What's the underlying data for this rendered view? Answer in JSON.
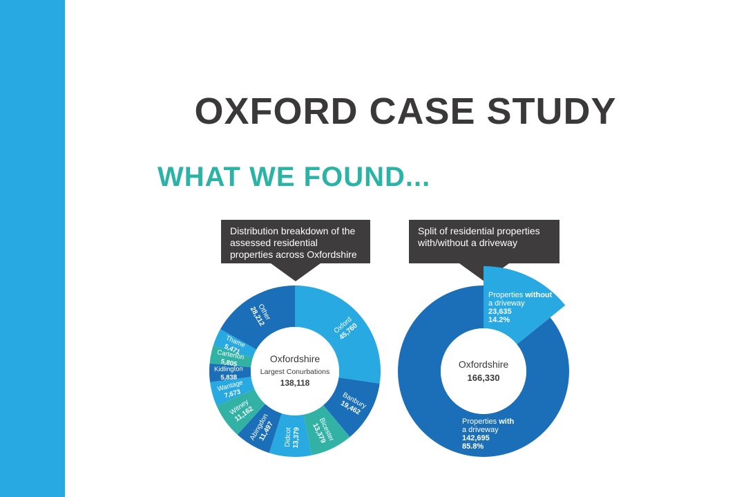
{
  "page": {
    "title": "OXFORD CASE STUDY",
    "subtitle": "WHAT WE FOUND..."
  },
  "colors": {
    "sidebar": "#29a9e1",
    "dark_blue": "#1b6fb8",
    "light_blue": "#29a9e1",
    "teal": "#32b2a5",
    "callout": "#3f3c3e",
    "title": "#3b3839",
    "subtitle": "#2bb3a6"
  },
  "chart_data": [
    {
      "type": "pie",
      "title": "Distribution breakdown of the assessed residential properties across Oxfordshire",
      "center_label": "Oxfordshire",
      "center_sublabel": "Largest Conurbations",
      "center_value": "138,118",
      "slices": [
        {
          "name": "Oxford",
          "value": 45760,
          "label": "45,760",
          "color": "#29a9e1"
        },
        {
          "name": "Banbury",
          "value": 19462,
          "label": "19,462",
          "color": "#1b6fb8"
        },
        {
          "name": "Bicester",
          "value": 13379,
          "label": "13,379",
          "color": "#32b2a5"
        },
        {
          "name": "Didcot",
          "value": 13379,
          "label": "13,379",
          "color": "#29a9e1"
        },
        {
          "name": "Abingdon",
          "value": 11497,
          "label": "11,497",
          "color": "#1b6fb8"
        },
        {
          "name": "Witney",
          "value": 11162,
          "label": "11,162",
          "color": "#32b2a5"
        },
        {
          "name": "Wantage",
          "value": 7673,
          "label": "7,673",
          "color": "#29a9e1"
        },
        {
          "name": "Kidlington",
          "value": 5838,
          "label": "5,838",
          "color": "#1b6fb8"
        },
        {
          "name": "Carterton",
          "value": 5805,
          "label": "5,805",
          "color": "#32b2a5"
        },
        {
          "name": "Thame",
          "value": 5471,
          "label": "5,471",
          "color": "#29a9e1"
        },
        {
          "name": "Other",
          "value": 28212,
          "label": "28,212",
          "color": "#1b6fb8"
        }
      ]
    },
    {
      "type": "pie",
      "title": "Split of residential properties with/without a driveway",
      "center_label": "Oxfordshire",
      "center_value": "166,330",
      "slices": [
        {
          "name_pre": "Properties ",
          "name_bold": "without",
          "name_line2": "a driveway",
          "value": 23635,
          "label": "23,635",
          "percent": "14.2%",
          "color": "#29a9e1"
        },
        {
          "name_pre": "Properties ",
          "name_bold": "with",
          "name_line2": "a driveway",
          "value": 142695,
          "label": "142,695",
          "percent": "85.8%",
          "color": "#1b6fb8"
        }
      ]
    }
  ]
}
